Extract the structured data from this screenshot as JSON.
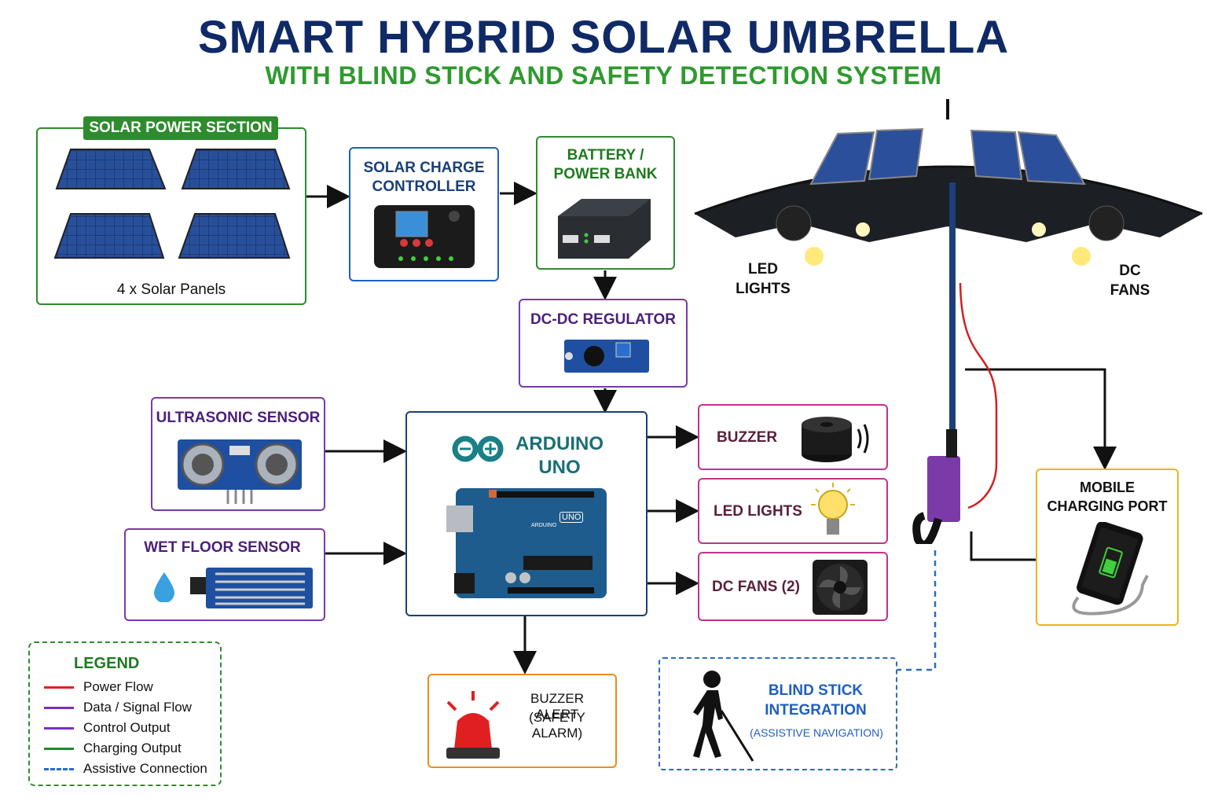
{
  "header": {
    "title": "SMART HYBRID SOLAR UMBRELLA",
    "subtitle": "WITH BLIND STICK AND SAFETY DETECTION SYSTEM"
  },
  "solar_section": {
    "tag": "SOLAR POWER SECTION",
    "caption": "4 x Solar Panels"
  },
  "charge_controller": {
    "line1": "SOLAR CHARGE",
    "line2": "CONTROLLER"
  },
  "battery": {
    "line1": "BATTERY /",
    "line2": "POWER BANK"
  },
  "regulator": {
    "label": "DC-DC REGULATOR"
  },
  "ultrasonic": {
    "label": "ULTRASONIC SENSOR"
  },
  "wet_floor": {
    "label": "WET FLOOR SENSOR"
  },
  "arduino": {
    "line1": "ARDUINO",
    "line2": "UNO",
    "board_text": "UNO",
    "board_brand": "ARDUINO"
  },
  "outputs": {
    "buzzer": "BUZZER",
    "led": "LED LIGHTS",
    "fans": "DC FANS (2)"
  },
  "buzzer_alert": {
    "line1": "BUZZER ALERT",
    "line2": "(SAFETY ALARM)"
  },
  "umbrella": {
    "led_line1": "LED",
    "led_line2": "LIGHTS",
    "fans_line1": "DC",
    "fans_line2": "FANS"
  },
  "mobile": {
    "line1": "MOBILE",
    "line2": "CHARGING PORT"
  },
  "blind_stick": {
    "line1": "BLIND STICK",
    "line2": "INTEGRATION",
    "line3": "(ASSISTIVE NAVIGATION)"
  },
  "legend": {
    "title": "LEGEND",
    "items": [
      {
        "label": "Power Flow",
        "color": "#e02020",
        "style": "solid"
      },
      {
        "label": "Data / Signal Flow",
        "color": "#7b2fbf",
        "style": "solid"
      },
      {
        "label": "Control Output",
        "color": "#7b2fbf",
        "style": "solid"
      },
      {
        "label": "Charging Output",
        "color": "#1f8a2a",
        "style": "solid"
      },
      {
        "label": "Assistive Connection",
        "color": "#2b6cc4",
        "style": "dashed"
      }
    ]
  },
  "colors": {
    "title": "#0f2a66",
    "subtitle": "#2f9a2f",
    "green": "#2e8b2e",
    "blue": "#1f5fbf",
    "purple": "#7a3aa8",
    "magenta": "#c2338a",
    "orange": "#f08a1c",
    "yellow": "#e8b81c",
    "navy": "#1a3f7a"
  }
}
